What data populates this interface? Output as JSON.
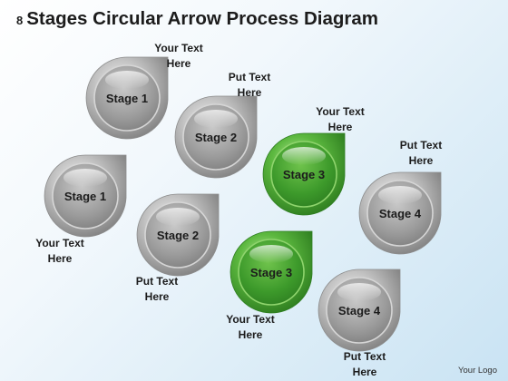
{
  "title": {
    "number": "8",
    "text": "Stages Circular Arrow Process Diagram"
  },
  "colors": {
    "gray_stage": "#9a9a9a",
    "green_stage": "#3e9a2e",
    "text": "#1c1c1c"
  },
  "stages": [
    {
      "label": "Stage 1",
      "variant": "gray"
    },
    {
      "label": "Stage 2",
      "variant": "gray"
    },
    {
      "label": "Stage 3",
      "variant": "green"
    },
    {
      "label": "Stage 4",
      "variant": "gray"
    },
    {
      "label": "Stage 1",
      "variant": "gray"
    },
    {
      "label": "Stage 2",
      "variant": "gray"
    },
    {
      "label": "Stage 3",
      "variant": "green"
    },
    {
      "label": "Stage 4",
      "variant": "gray"
    }
  ],
  "notes": [
    {
      "line1": "Your Text",
      "line2": "Here"
    },
    {
      "line1": "Put Text",
      "line2": "Here"
    },
    {
      "line1": "Your Text",
      "line2": "Here"
    },
    {
      "line1": "Put Text",
      "line2": "Here"
    },
    {
      "line1": "Your Text",
      "line2": "Here"
    },
    {
      "line1": "Put Text",
      "line2": "Here"
    },
    {
      "line1": "Your Text",
      "line2": "Here"
    },
    {
      "line1": "Put Text",
      "line2": "Here"
    }
  ],
  "footer": {
    "logo_text": "Your Logo"
  }
}
